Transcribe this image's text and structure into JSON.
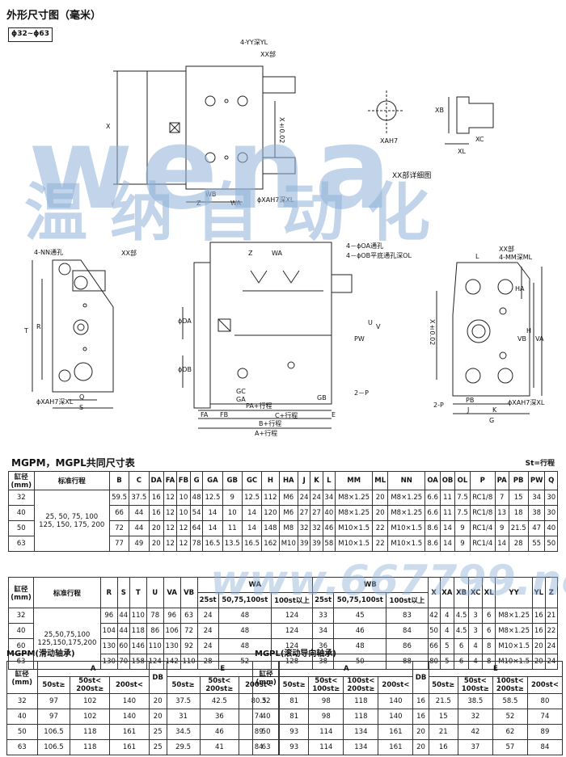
{
  "header": {
    "title": "外形尺寸图（毫米）",
    "size_range": "ϕ32~ϕ63"
  },
  "watermark": {
    "brand": "wena",
    "brand_cn": "温纳自动化",
    "url": "www.667799.net"
  },
  "drawing_labels": {
    "yy_thread": "4-YY深YL",
    "xx_part": "XX部",
    "xa_hole": "ϕXAH7深XL",
    "detail_title": "XX部详细图",
    "nn_hole": "4-NN通孔",
    "oa_hole": "4－ϕOA通孔",
    "ob_hole": "4－ϕOB平底通孔深OL",
    "mm_thread": "4-MM深ML",
    "two_p": "2－P",
    "two_p_b": "2-P",
    "pa_stroke": "PA+行程",
    "c_stroke": "C+行程",
    "b_stroke": "B+行程",
    "a_stroke": "A+行程",
    "x_tol": "X±0.02",
    "dim": {
      "x": "X",
      "z": "Z",
      "wb": "WB",
      "wa": "WA",
      "t": "T",
      "r": "R",
      "q": "Q",
      "s": "S",
      "da": "ϕDA",
      "db": "ϕDB",
      "fa": "FA",
      "fb": "FB",
      "gc": "GC",
      "ga": "GA",
      "gb": "GB",
      "e": "E",
      "pw": "PW",
      "u": "U",
      "v": "V",
      "l": "L",
      "pb": "PB",
      "j": "J",
      "k": "K",
      "g": "G",
      "ha": "HA",
      "h": "H",
      "vb": "VB",
      "va": "VA",
      "xb": "XB",
      "xc": "XC",
      "xl": "XL",
      "xa": "XAH7"
    }
  },
  "table1": {
    "title": "MGPM，MGPL共同尺寸表",
    "note": "St=行程",
    "headers": [
      "缸径\n(mm)",
      "标准行程",
      "B",
      "C",
      "DA",
      "FA",
      "FB",
      "G",
      "GA",
      "GB",
      "GC",
      "H",
      "HA",
      "J",
      "K",
      "L",
      "MM",
      "ML",
      "NN",
      "OA",
      "OB",
      "OL",
      "P",
      "PA",
      "PB",
      "PW",
      "Q"
    ],
    "stroke": "25, 50, 75, 100\n125, 150, 175, 200",
    "rows": [
      [
        "32",
        "59.5",
        "37.5",
        "16",
        "12",
        "10",
        "48",
        "12.5",
        "9",
        "12.5",
        "112",
        "M6",
        "24",
        "24",
        "34",
        "M8×1.25",
        "20",
        "M8×1.25",
        "6.6",
        "11",
        "7.5",
        "RC1/8",
        "7",
        "15",
        "34",
        "30"
      ],
      [
        "40",
        "66",
        "44",
        "16",
        "12",
        "10",
        "54",
        "14",
        "10",
        "14",
        "120",
        "M6",
        "27",
        "27",
        "40",
        "M8×1.25",
        "20",
        "M8×1.25",
        "6.6",
        "11",
        "7.5",
        "RC1/8",
        "13",
        "18",
        "38",
        "30"
      ],
      [
        "50",
        "72",
        "44",
        "20",
        "12",
        "12",
        "64",
        "14",
        "11",
        "14",
        "148",
        "M8",
        "32",
        "32",
        "46",
        "M10×1.5",
        "22",
        "M10×1.5",
        "8.6",
        "14",
        "9",
        "RC1/4",
        "9",
        "21.5",
        "47",
        "40"
      ],
      [
        "63",
        "77",
        "49",
        "20",
        "12",
        "12",
        "78",
        "16.5",
        "13.5",
        "16.5",
        "162",
        "M10",
        "39",
        "39",
        "58",
        "M10×1.5",
        "22",
        "M10×1.5",
        "8.6",
        "14",
        "9",
        "RC1/4",
        "14",
        "28",
        "55",
        "50"
      ]
    ]
  },
  "table2": {
    "headers": [
      "缸径\n(mm)",
      "标准行程",
      "R",
      "S",
      "T",
      "U",
      "VA",
      "VB",
      "WA",
      "WB",
      "X",
      "XA",
      "XB",
      "XC",
      "XL",
      "YY",
      "YL",
      "Z"
    ],
    "wa_sub": [
      "25st",
      "50,75,100st",
      "100st以上"
    ],
    "wb_sub": [
      "25st",
      "50,75,100st",
      "100st以上"
    ],
    "stroke": "25,50,75,100\n125,150,175,200",
    "rows": [
      [
        "32",
        "96",
        "44",
        "110",
        "78",
        "96",
        "63",
        "24",
        "48",
        "124",
        "33",
        "45",
        "83",
        "42",
        "4",
        "4.5",
        "3",
        "6",
        "M8×1.25",
        "16",
        "21"
      ],
      [
        "40",
        "104",
        "44",
        "118",
        "86",
        "106",
        "72",
        "24",
        "48",
        "124",
        "34",
        "46",
        "84",
        "50",
        "4",
        "4.5",
        "3",
        "6",
        "M8×1.25",
        "16",
        "22"
      ],
      [
        "60",
        "130",
        "60",
        "146",
        "110",
        "130",
        "92",
        "24",
        "48",
        "124",
        "36",
        "48",
        "86",
        "66",
        "5",
        "6",
        "4",
        "8",
        "M10×1.5",
        "20",
        "24"
      ],
      [
        "63",
        "130",
        "70",
        "158",
        "124",
        "142",
        "110",
        "28",
        "52",
        "128",
        "38",
        "50",
        "88",
        "80",
        "5",
        "6",
        "4",
        "8",
        "M10×1.5",
        "20",
        "24"
      ]
    ]
  },
  "table3": {
    "title": "MGPM(滑动轴承)",
    "h_bore": "缸径\n(mm)",
    "h_a": "A",
    "h_db": "DB",
    "h_e": "E",
    "sub": [
      "50st≥",
      "50st<\n200st≥",
      "200st<",
      "50st≥",
      "50st<\n200st≥",
      "200st<"
    ],
    "rows": [
      [
        "32",
        "97",
        "102",
        "140",
        "20",
        "37.5",
        "42.5",
        "80.5"
      ],
      [
        "40",
        "97",
        "102",
        "140",
        "20",
        "31",
        "36",
        "74"
      ],
      [
        "50",
        "106.5",
        "118",
        "161",
        "25",
        "34.5",
        "46",
        "89"
      ],
      [
        "63",
        "106.5",
        "118",
        "161",
        "25",
        "29.5",
        "41",
        "84"
      ]
    ]
  },
  "table4": {
    "title": "MGPL(滚动导向轴承)",
    "h_bore": "缸径\n(mm)",
    "h_a": "A",
    "h_db": "DB",
    "h_e": "E",
    "sub": [
      "50st≥",
      "50st<\n100st≥",
      "100st<\n200st≥",
      "200st<",
      "50st≥",
      "50st<\n100st≥",
      "100st<\n200st≥",
      "200st<"
    ],
    "rows": [
      [
        "32",
        "81",
        "98",
        "118",
        "140",
        "16",
        "21.5",
        "38.5",
        "58.5",
        "80"
      ],
      [
        "40",
        "81",
        "98",
        "118",
        "140",
        "16",
        "15",
        "32",
        "52",
        "74"
      ],
      [
        "50",
        "93",
        "114",
        "134",
        "161",
        "20",
        "21",
        "42",
        "62",
        "89"
      ],
      [
        "63",
        "93",
        "114",
        "134",
        "161",
        "20",
        "16",
        "37",
        "57",
        "84"
      ]
    ]
  }
}
